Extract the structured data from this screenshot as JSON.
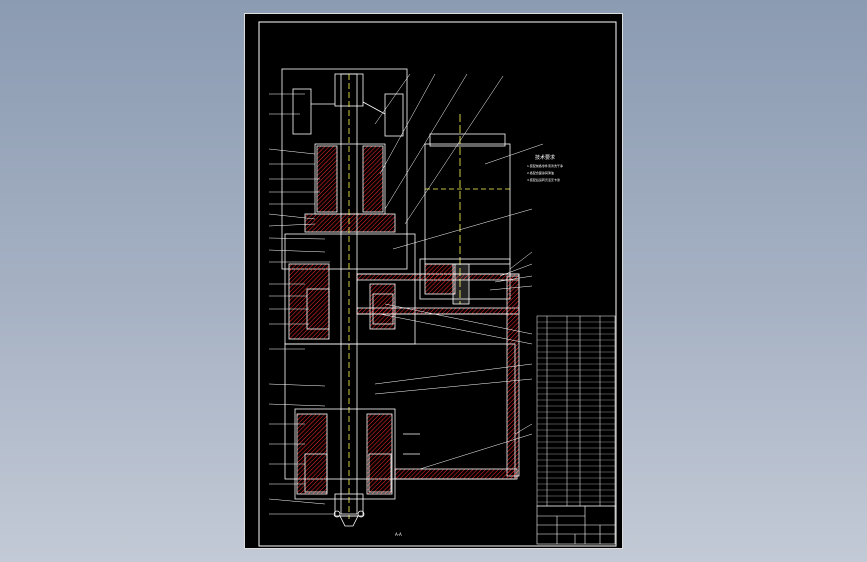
{
  "drawing": {
    "tech_requirements": {
      "heading": "技术要求",
      "lines": [
        "1.装配前各零件须清洗干净",
        "2.各配合面涂润滑油",
        "3.装配后运转灵活无卡滞"
      ]
    },
    "section_label": "A-A",
    "colors": {
      "background": "#8b9bb2",
      "sheet": "#000000",
      "line": "#ffffff",
      "hatch": "#ff2a2a",
      "dash": "#ffff55",
      "text": "#ffffff"
    }
  }
}
